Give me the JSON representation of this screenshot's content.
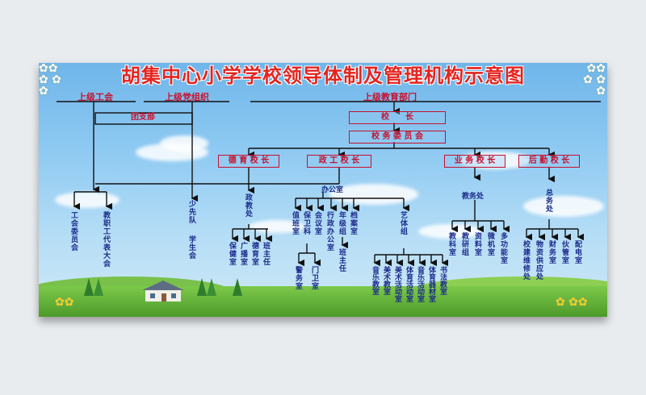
{
  "title": "胡集中心小学学校领导体制及管理机构示意图",
  "top_labels": {
    "union": "上级工会",
    "party": "上级党组织",
    "edu_dept": "上级教育部门"
  },
  "boxes": {
    "league": "团支部",
    "principal": "校　　长",
    "committee": "校 务 委 员 会",
    "moral": "德 育 校 长",
    "admin": "政 工 校 长",
    "academic": "业 务 校 长",
    "logistics": "后 勤 校 长"
  },
  "mid_labels": {
    "office": "办公室",
    "education_affairs": "教务处",
    "general_affairs": "总务处"
  },
  "vertical": {
    "union_committee": "工会委员会",
    "staff_congress": "教职工代表大会",
    "young_pioneers": "少先队",
    "student_union": "学生会",
    "political_office": "政教处",
    "pol_children": [
      "保健室",
      "广播室",
      "德育室",
      "班主任"
    ],
    "office_children": [
      "值班室",
      "保卫科",
      "会议室",
      "行政办公室",
      "年级组",
      "档案室",
      "艺体组"
    ],
    "security_children": [
      "警务室",
      "门卫室"
    ],
    "grade_child": "班主任",
    "art_children": [
      "音乐教室",
      "美术教室",
      "美术活动室",
      "体育活动室",
      "音乐活动室",
      "体育器材室",
      "书法教室"
    ],
    "edu_children": [
      "教科室",
      "教研组",
      "资料室",
      "微机室",
      "多功能室"
    ],
    "gen_children": [
      "校建维修处",
      "物资供应处",
      "财务室",
      "伙管室",
      "配电室"
    ]
  }
}
